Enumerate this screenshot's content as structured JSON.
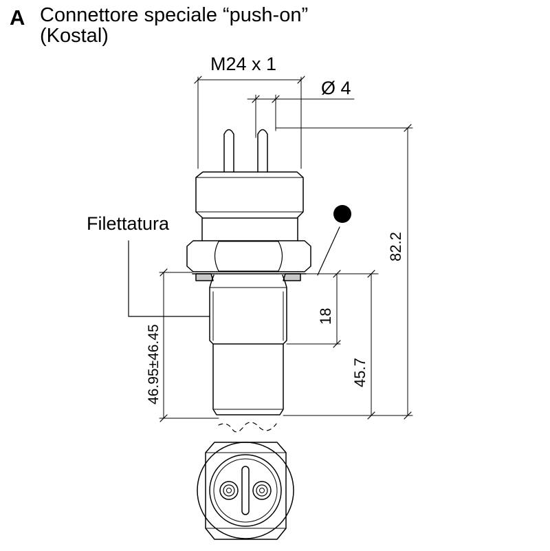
{
  "header": {
    "section_letter": "A",
    "title_line1": "Connettore speciale “push-on”",
    "title_line2": "(Kostal)"
  },
  "labels": {
    "thread_size": "M24 x 1",
    "pin_diameter": "Ø 4",
    "thread_callout": "Filettatura",
    "total_height": "82.2",
    "thread_length": "18",
    "body_length": "45.7",
    "tip_length": "46.95±46.45"
  },
  "colors": {
    "line": "#000000",
    "background": "#ffffff"
  }
}
